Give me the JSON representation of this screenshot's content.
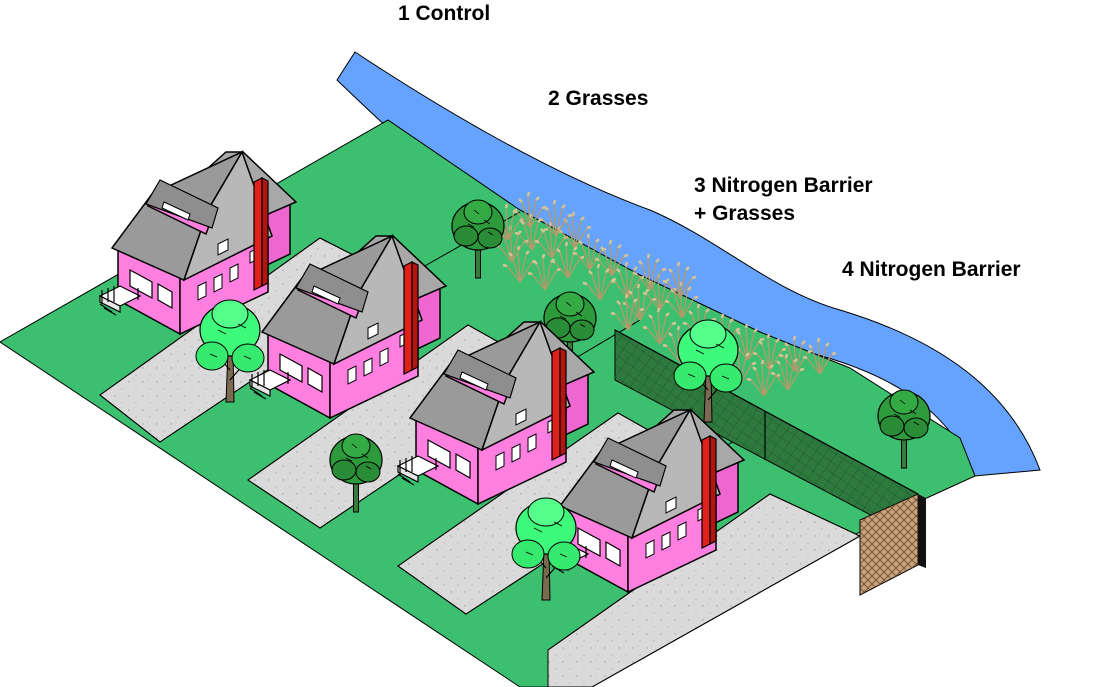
{
  "labels": {
    "control": "1 Control",
    "grasses": "2 Grasses",
    "barrier_grasses_line1": "3 Nitrogen Barrier",
    "barrier_grasses_line2": "+ Grasses",
    "barrier": "4 Nitrogen Barrier"
  },
  "colors": {
    "lawn": "#3cc070",
    "lawn_dark": "#33a862",
    "road": "#dadada",
    "river": "#66a3ff",
    "house_wall": "#ff7fe0",
    "house_wall_side": "#ee66d0",
    "roof": "#9a9a9a",
    "chimney": "#e0201a",
    "tree_dark": "#2d9a3c",
    "tree_light": "#3dfa7a",
    "grass_tuft": "#d6c294",
    "fence": "#2e7a3e",
    "barrier_wall": "#c8a27c"
  },
  "icons": [
    "house-icon",
    "tree-icon",
    "grass-tuft-icon",
    "chain-fence-icon",
    "river-icon"
  ]
}
